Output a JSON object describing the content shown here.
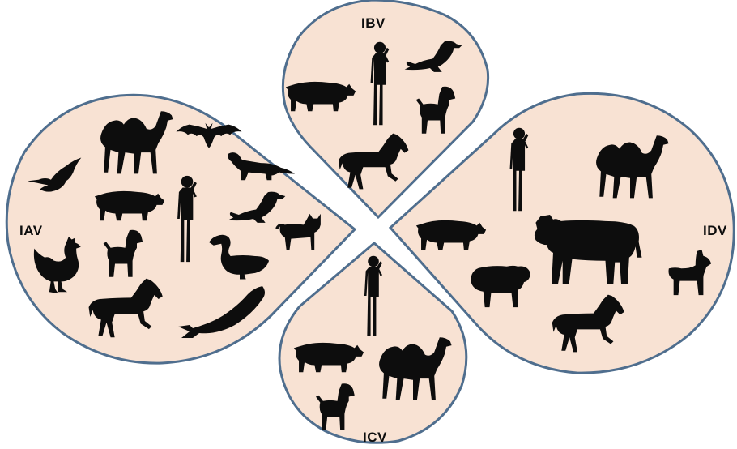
{
  "colors": {
    "petal_fill": "#f8e2d3",
    "petal_stroke": "#4f6e8e",
    "silhouette": "#0d0d0d"
  },
  "labels": {
    "iav": "IAV",
    "ibv": "IBV",
    "icv": "ICV",
    "idv": "IDV"
  },
  "hosts": {
    "iav": [
      "camel-icon",
      "bat-icon",
      "bird-icon",
      "ferret-icon",
      "pig-icon",
      "human-icon",
      "seal-icon",
      "cat-icon",
      "chicken-icon",
      "dog-icon",
      "duck-icon",
      "horse-icon",
      "whale-icon"
    ],
    "ibv": [
      "human-icon",
      "seal-icon",
      "pig-icon",
      "dog-icon",
      "horse-icon"
    ],
    "icv": [
      "human-icon",
      "pig-icon",
      "camel-icon",
      "dog-icon"
    ],
    "idv": [
      "human-icon",
      "camel-icon",
      "pig-icon",
      "cow-icon",
      "goat-icon",
      "sheep-icon",
      "horse-icon"
    ]
  }
}
